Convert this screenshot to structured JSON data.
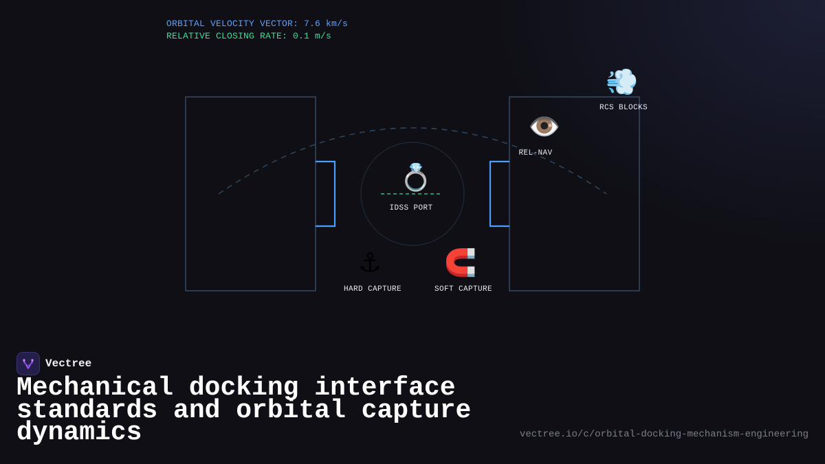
{
  "hud": {
    "velocity": "ORBITAL VELOCITY VECTOR: 7.6 km/s",
    "closing_rate": "RELATIVE CLOSING RATE: 0.1 m/s"
  },
  "components": {
    "rcs": {
      "icon": "💨",
      "icon_name": "dash-wind-icon",
      "label": "RCS BLOCKS"
    },
    "relnav": {
      "icon": "👁️",
      "icon_name": "eye-icon",
      "label": "REL-NAV"
    },
    "idss": {
      "icon": "💍",
      "icon_name": "ring-icon",
      "label": "IDSS PORT"
    },
    "hard_capture": {
      "icon": "⚓",
      "icon_name": "anchor-icon",
      "label": "HARD CAPTURE"
    },
    "soft_capture": {
      "icon": "🧲",
      "icon_name": "magnet-icon",
      "label": "SOFT CAPTURE"
    }
  },
  "brand": {
    "name": "Vectree",
    "logo": "vectree-logo-icon"
  },
  "title": "Mechanical docking interface standards and orbital capture dynamics",
  "url": "vectree.io/c/orbital-docking-mechanism-engineering",
  "colors": {
    "background": "#0f0f15",
    "velocity_text": "#5aa0ff",
    "closing_text": "#3ddc97",
    "module_stroke": "#34475f",
    "port_stroke": "#4a9eff",
    "logo_accent": "#b35cff"
  }
}
